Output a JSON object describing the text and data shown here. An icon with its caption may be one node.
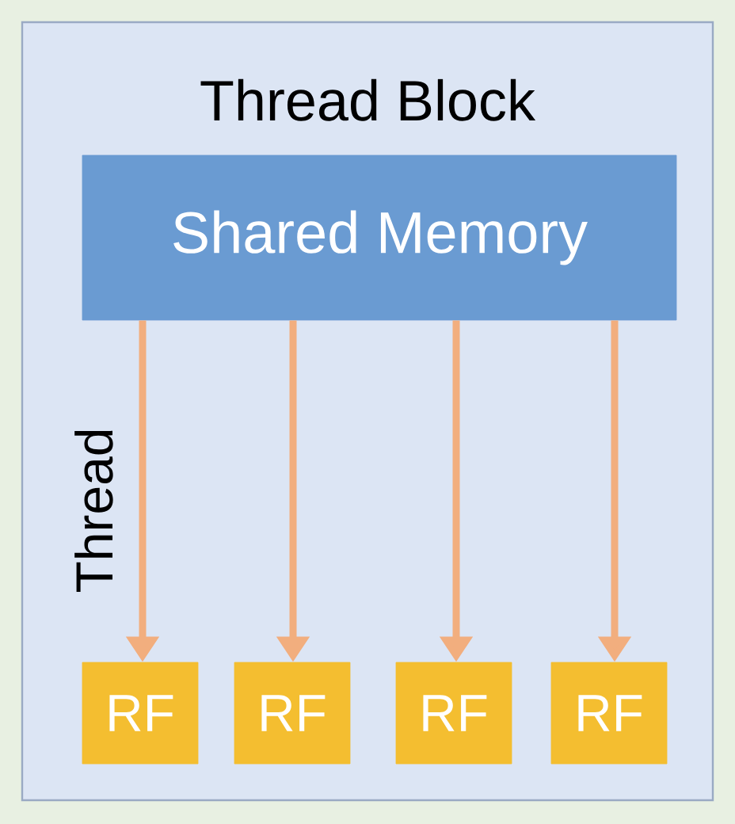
{
  "diagram": {
    "nodes": [
      {
        "text": [
          "Thread Block"
        ]
      },
      {
        "text": [
          "Shared Memory"
        ],
        "in": 0
      },
      {
        "text": [
          "RF"
        ],
        "in": 0
      },
      {
        "text": [
          "RF"
        ],
        "in": 0
      },
      {
        "text": [
          "RF"
        ],
        "in": 0
      },
      {
        "text": [
          "RF"
        ],
        "in": 0
      }
    ],
    "edges": [
      {
        "from": 1,
        "to": 2,
        "arrow": "to"
      },
      {
        "from": 1,
        "to": 3,
        "arrow": "to"
      },
      {
        "from": 1,
        "to": 4,
        "arrow": "to"
      },
      {
        "from": 1,
        "to": 5,
        "arrow": "to"
      }
    ],
    "labels": [
      "Thread"
    ]
  }
}
